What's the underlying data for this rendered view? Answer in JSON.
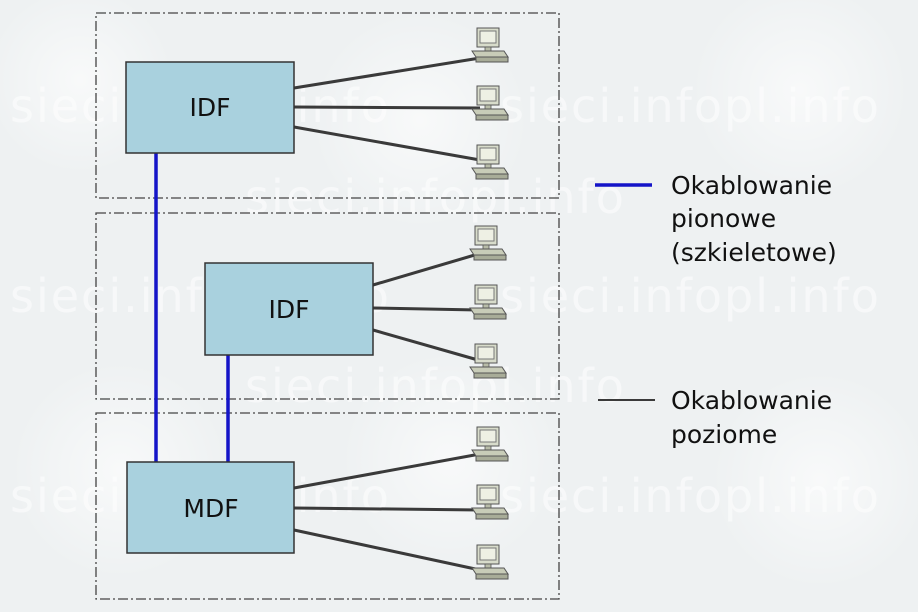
{
  "watermark": {
    "text": "sieci.infopl.info"
  },
  "colors": {
    "background": "#eef1f2",
    "box_fill": "#a9d1de",
    "vertical_cable": "#1414c8",
    "horizontal_cable": "#3a3a3a",
    "floor_border": "#444444"
  },
  "nodes": {
    "idf_top": "IDF",
    "idf_middle": "IDF",
    "mdf": "MDF"
  },
  "legend": {
    "vertical_line1": "Okablowanie",
    "vertical_line2": "pionowe",
    "vertical_line3": "(szkieletowe)",
    "horizontal_line1": "Okablowanie",
    "horizontal_line2": "poziome"
  },
  "icons": {
    "workstation": "computer-icon"
  }
}
